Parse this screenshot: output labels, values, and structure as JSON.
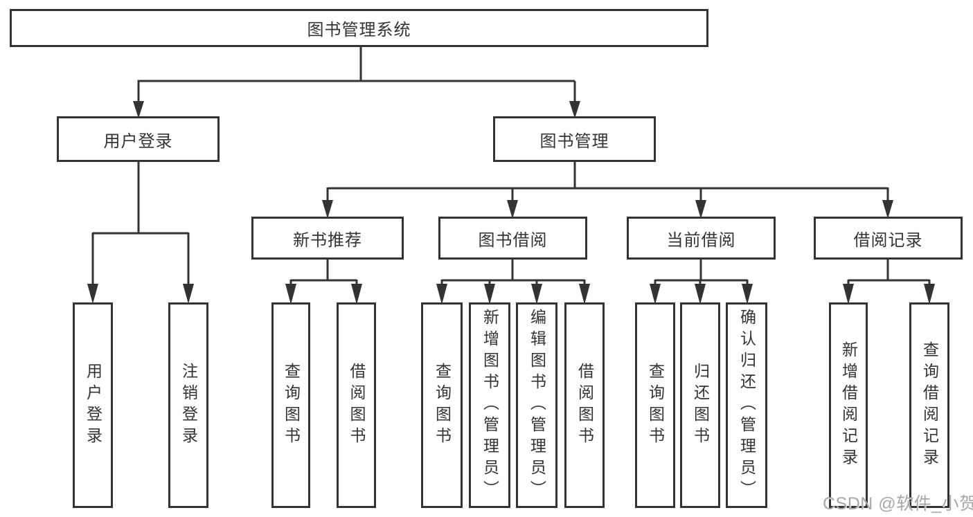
{
  "diagram": {
    "root": {
      "label": "图书管理系统",
      "children": [
        {
          "label": "用户登录",
          "children": [
            {
              "label": "用户登录"
            },
            {
              "label": "注销登录"
            }
          ]
        },
        {
          "label": "图书管理",
          "children": [
            {
              "label": "新书推荐",
              "children": [
                {
                  "label": "查询图书"
                },
                {
                  "label": "借阅图书"
                }
              ]
            },
            {
              "label": "图书借阅",
              "children": [
                {
                  "label": "查询图书"
                },
                {
                  "label": "新增图书（管理员）"
                },
                {
                  "label": "编辑图书（管理员）"
                },
                {
                  "label": "借阅图书"
                }
              ]
            },
            {
              "label": "当前借阅",
              "children": [
                {
                  "label": "查询图书"
                },
                {
                  "label": "归还图书"
                },
                {
                  "label": "确认归还（管理员）"
                }
              ]
            },
            {
              "label": "借阅记录",
              "children": [
                {
                  "label": "新增借阅记录"
                },
                {
                  "label": "查询借阅记录"
                }
              ]
            }
          ]
        }
      ]
    },
    "watermark": "CSDN @软件_小贺同学",
    "colors": {
      "line": "#333333",
      "text": "#333333",
      "watermark": "#a8a8a8",
      "background": "#ffffff"
    }
  }
}
